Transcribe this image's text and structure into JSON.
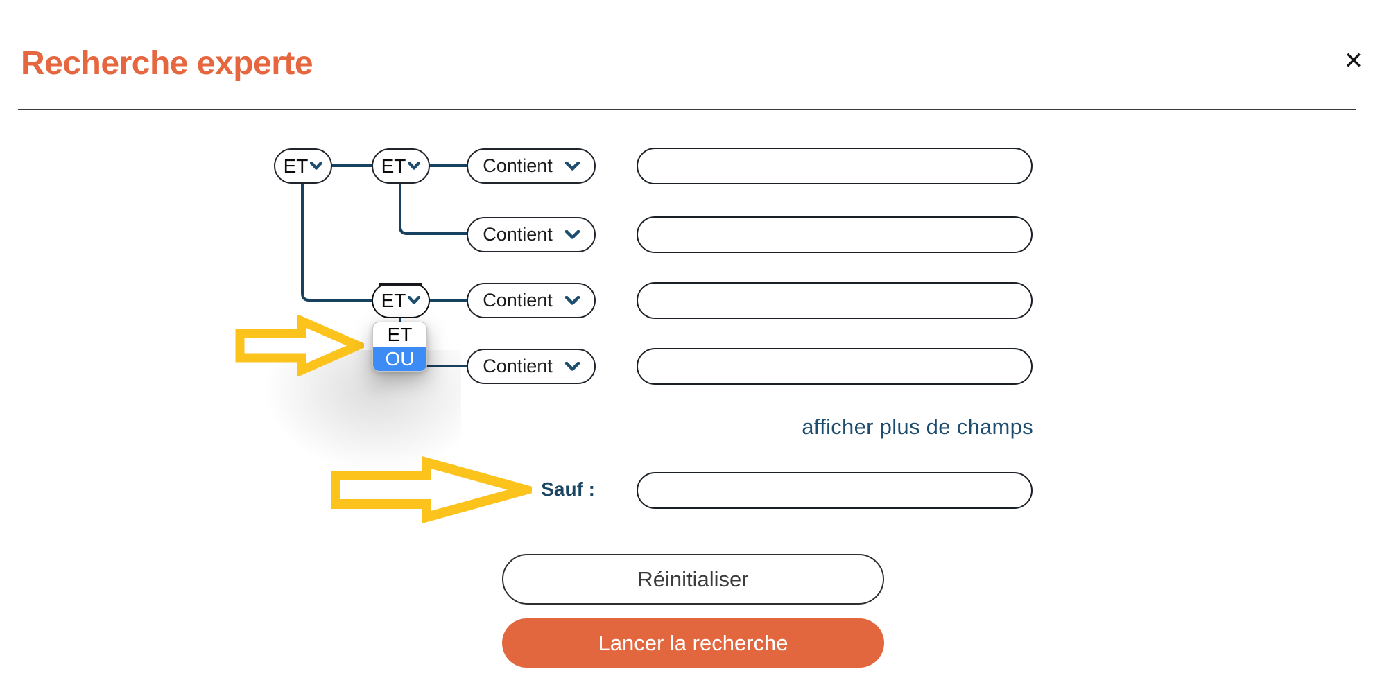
{
  "modal": {
    "title": "Recherche experte",
    "close_icon": "✕"
  },
  "tree": {
    "root_operator": {
      "label": "ET"
    },
    "group_operator": {
      "label": "ET"
    },
    "open_operator": {
      "label": "ET"
    },
    "rows": [
      {
        "condition": "Contient",
        "value": ""
      },
      {
        "condition": "Contient",
        "value": ""
      },
      {
        "condition": "Contient",
        "value": ""
      },
      {
        "condition": "Contient",
        "value": ""
      }
    ]
  },
  "operator_dropdown": {
    "options": [
      {
        "label": "ET",
        "highlighted": false
      },
      {
        "label": "OU",
        "highlighted": true
      }
    ]
  },
  "show_more_link": "afficher plus de champs",
  "except": {
    "label": "Sauf :",
    "value": ""
  },
  "buttons": {
    "reset": "Réinitialiser",
    "search": "Lancer la recherche"
  },
  "colors": {
    "accent_orange": "#E2673F",
    "title_orange": "#E6673F",
    "navy_line": "#17415E",
    "navy_text": "#1D4D6E",
    "highlight_blue": "#3D8BF5",
    "annotation_yellow": "#FBC31C"
  }
}
